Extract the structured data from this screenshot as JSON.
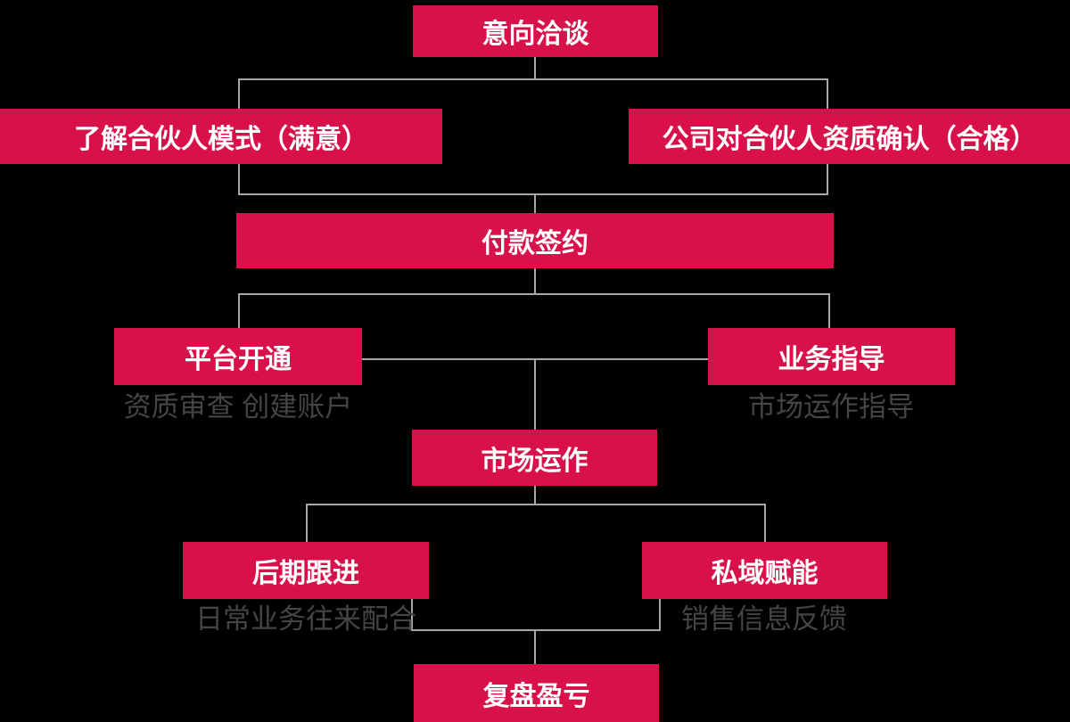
{
  "colors": {
    "background": "#000000",
    "node_fill": "#D9114B",
    "node_text": "#FFFFFF",
    "connector": "#A6A6A6",
    "subtitle_text": "#454545"
  },
  "flowchart": {
    "nodes": {
      "intent": {
        "label": "意向洽谈"
      },
      "partner_model": {
        "label": "了解合伙人模式（满意）"
      },
      "qualification": {
        "label": "公司对合伙人资质确认（合格）"
      },
      "payment_sign": {
        "label": "付款签约"
      },
      "platform_open": {
        "label": "平台开通",
        "subtitle": "资质审查 创建账户"
      },
      "business_guidance": {
        "label": "业务指导",
        "subtitle": "市场运作指导"
      },
      "market_operation": {
        "label": "市场运作"
      },
      "follow_up": {
        "label": "后期跟进",
        "subtitle": "日常业务往来配合"
      },
      "private_domain": {
        "label": "私域赋能",
        "subtitle": "销售信息反馈"
      },
      "profit_review": {
        "label": "复盘盈亏"
      }
    },
    "edges": [
      {
        "from": "intent",
        "to": "partner_model"
      },
      {
        "from": "intent",
        "to": "qualification"
      },
      {
        "from": "partner_model",
        "to": "payment_sign"
      },
      {
        "from": "qualification",
        "to": "payment_sign"
      },
      {
        "from": "payment_sign",
        "to": "platform_open"
      },
      {
        "from": "payment_sign",
        "to": "business_guidance"
      },
      {
        "from": "platform_open",
        "to": "market_operation"
      },
      {
        "from": "business_guidance",
        "to": "market_operation"
      },
      {
        "from": "market_operation",
        "to": "follow_up"
      },
      {
        "from": "market_operation",
        "to": "private_domain"
      },
      {
        "from": "follow_up",
        "to": "profit_review"
      },
      {
        "from": "private_domain",
        "to": "profit_review"
      }
    ]
  }
}
